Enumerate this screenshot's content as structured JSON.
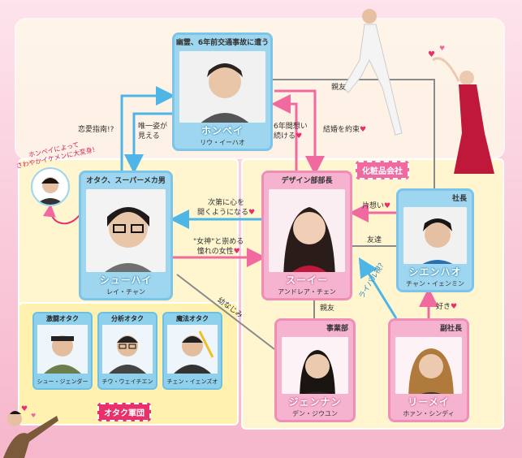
{
  "nodes": {
    "honpei": {
      "tag": "幽霊、6年前交通事故に遭う",
      "name": "ホンペイ",
      "actor": "リウ・イーハオ"
    },
    "shuhai": {
      "tag": "オタク、スーパーメカ男",
      "name": "シューハイ",
      "actor": "レイ・チャン"
    },
    "suii": {
      "tag": "デザイン部部長",
      "name": "スーイー",
      "actor": "アンドレア・チェン"
    },
    "shenhao": {
      "tag": "社長",
      "name": "シエンハオ",
      "actor": "チャン・イェンミン"
    },
    "jiennan": {
      "tag": "事業部",
      "name": "ジェンナン",
      "actor": "デン・ジウユン"
    },
    "rimei": {
      "tag": "副社長",
      "name": "リーメイ",
      "actor": "ホァン・シンディ"
    },
    "otaku1": {
      "tag": "激闘オタク",
      "actor": "シュー・ジェンダー"
    },
    "otaku2": {
      "tag": "分析オタク",
      "actor": "チウ・ウェイチエン"
    },
    "otaku3": {
      "tag": "魔法オタク",
      "actor": "チェン・イェンズオ"
    }
  },
  "relations": {
    "shinyu_top": "親友",
    "renai_a": "恋愛指南!?",
    "yuiitsu_a": "唯一姿が",
    "yuiitsu_b": "見える",
    "rokunen_a": "6年間想い",
    "rokunen_b": "続ける",
    "kekkon": "結婚を約束",
    "shidai_a": "次第に心を",
    "shidai_b": "開くようになる",
    "megami_a": "\"女神\"と崇める",
    "megami_b": "憧れの女性",
    "kataomoi": "片想い",
    "tomodachi": "友達",
    "osananajimi": "幼なじみ",
    "shinyu_mid": "親友",
    "rival": "ライバル視?",
    "sukiii": "好き"
  },
  "callout_a": "ホンペイによって",
  "callout_b": "さわやかイケメンに大変身!",
  "banner_company": "化粧品会社",
  "banner_otaku": "オタク軍団",
  "heart": "♥",
  "colors": {
    "blue_card": "#9fd6ef",
    "pink_card": "#f6b3cf",
    "arrow_blue": "#4db6e6",
    "arrow_pink": "#f06aa0",
    "line_grey": "#8a8a8a",
    "accent": "#e8306a"
  },
  "icons": {
    "heart": "heart-icon",
    "curved_arrow": "curved-arrow-icon"
  }
}
